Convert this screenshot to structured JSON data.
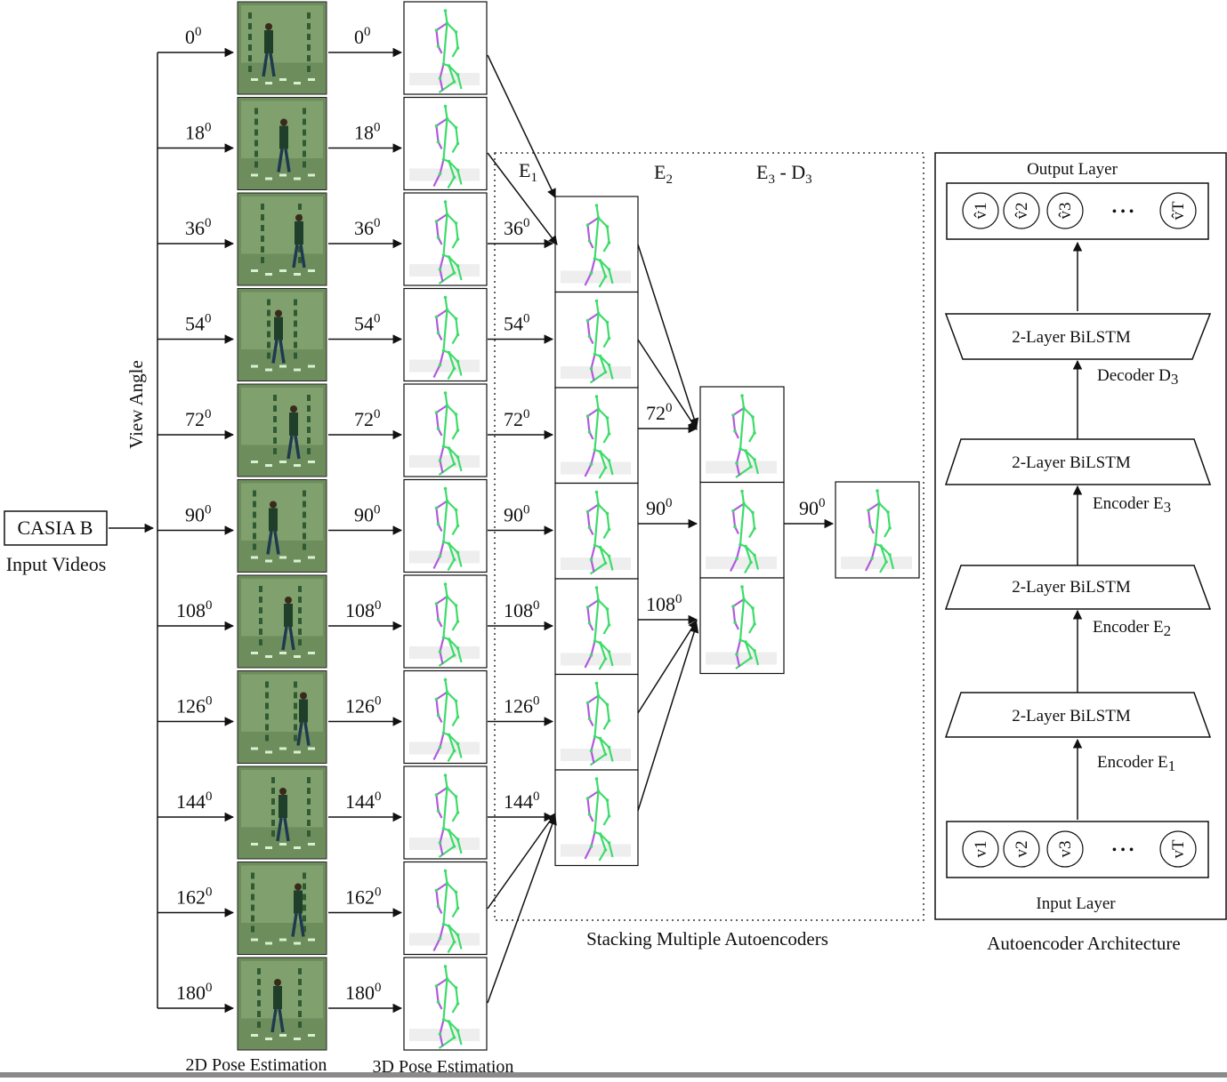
{
  "input": {
    "box_label": "CASIA B",
    "caption": "Input Videos"
  },
  "view_angle_label": "View Angle",
  "angles": [
    "0",
    "18",
    "36",
    "54",
    "72",
    "90",
    "108",
    "126",
    "144",
    "162",
    "180"
  ],
  "angle_superscript": "0",
  "stage_captions": {
    "pose2d": "2D Pose Estimation",
    "pose3d": "3D Pose Estimation"
  },
  "stacking": {
    "e1": "E",
    "e1_sub": "1",
    "e2": "E",
    "e2_sub": "2",
    "e3": "E",
    "e3_sub": "3",
    "dash": " - ",
    "d3": "D",
    "d3_sub": "3",
    "caption": "Stacking Multiple Autoencoders",
    "col1_angles": [
      "36",
      "54",
      "72",
      "90",
      "108",
      "126",
      "144"
    ],
    "col2_angles": [
      "72",
      "90",
      "108"
    ],
    "col3_angle": "90"
  },
  "architecture": {
    "caption": "Autoencoder Architecture",
    "output_layer": "Output Layer",
    "input_layer": "Input Layer",
    "bilstm": "2-Layer BiLSTM",
    "decoder": "Decoder D",
    "decoder_sub": "3",
    "encoder_e3": "Encoder E",
    "encoder_e3_sub": "3",
    "encoder_e2": "Encoder E",
    "encoder_e2_sub": "2",
    "encoder_e1": "Encoder E",
    "encoder_e1_sub": "1",
    "output_nodes": [
      "v̂1",
      "v̂2",
      "v̂3",
      "v̂T"
    ],
    "input_nodes": [
      "v1",
      "v2",
      "v3",
      "vT"
    ],
    "ellipsis": "• • •"
  },
  "colors": {
    "frame_bg": "#6d8e5c",
    "frame_light": "#8fb07c",
    "skeleton_green": "#3ddc6a",
    "skeleton_purple": "#b05adc",
    "line": "#111111"
  }
}
